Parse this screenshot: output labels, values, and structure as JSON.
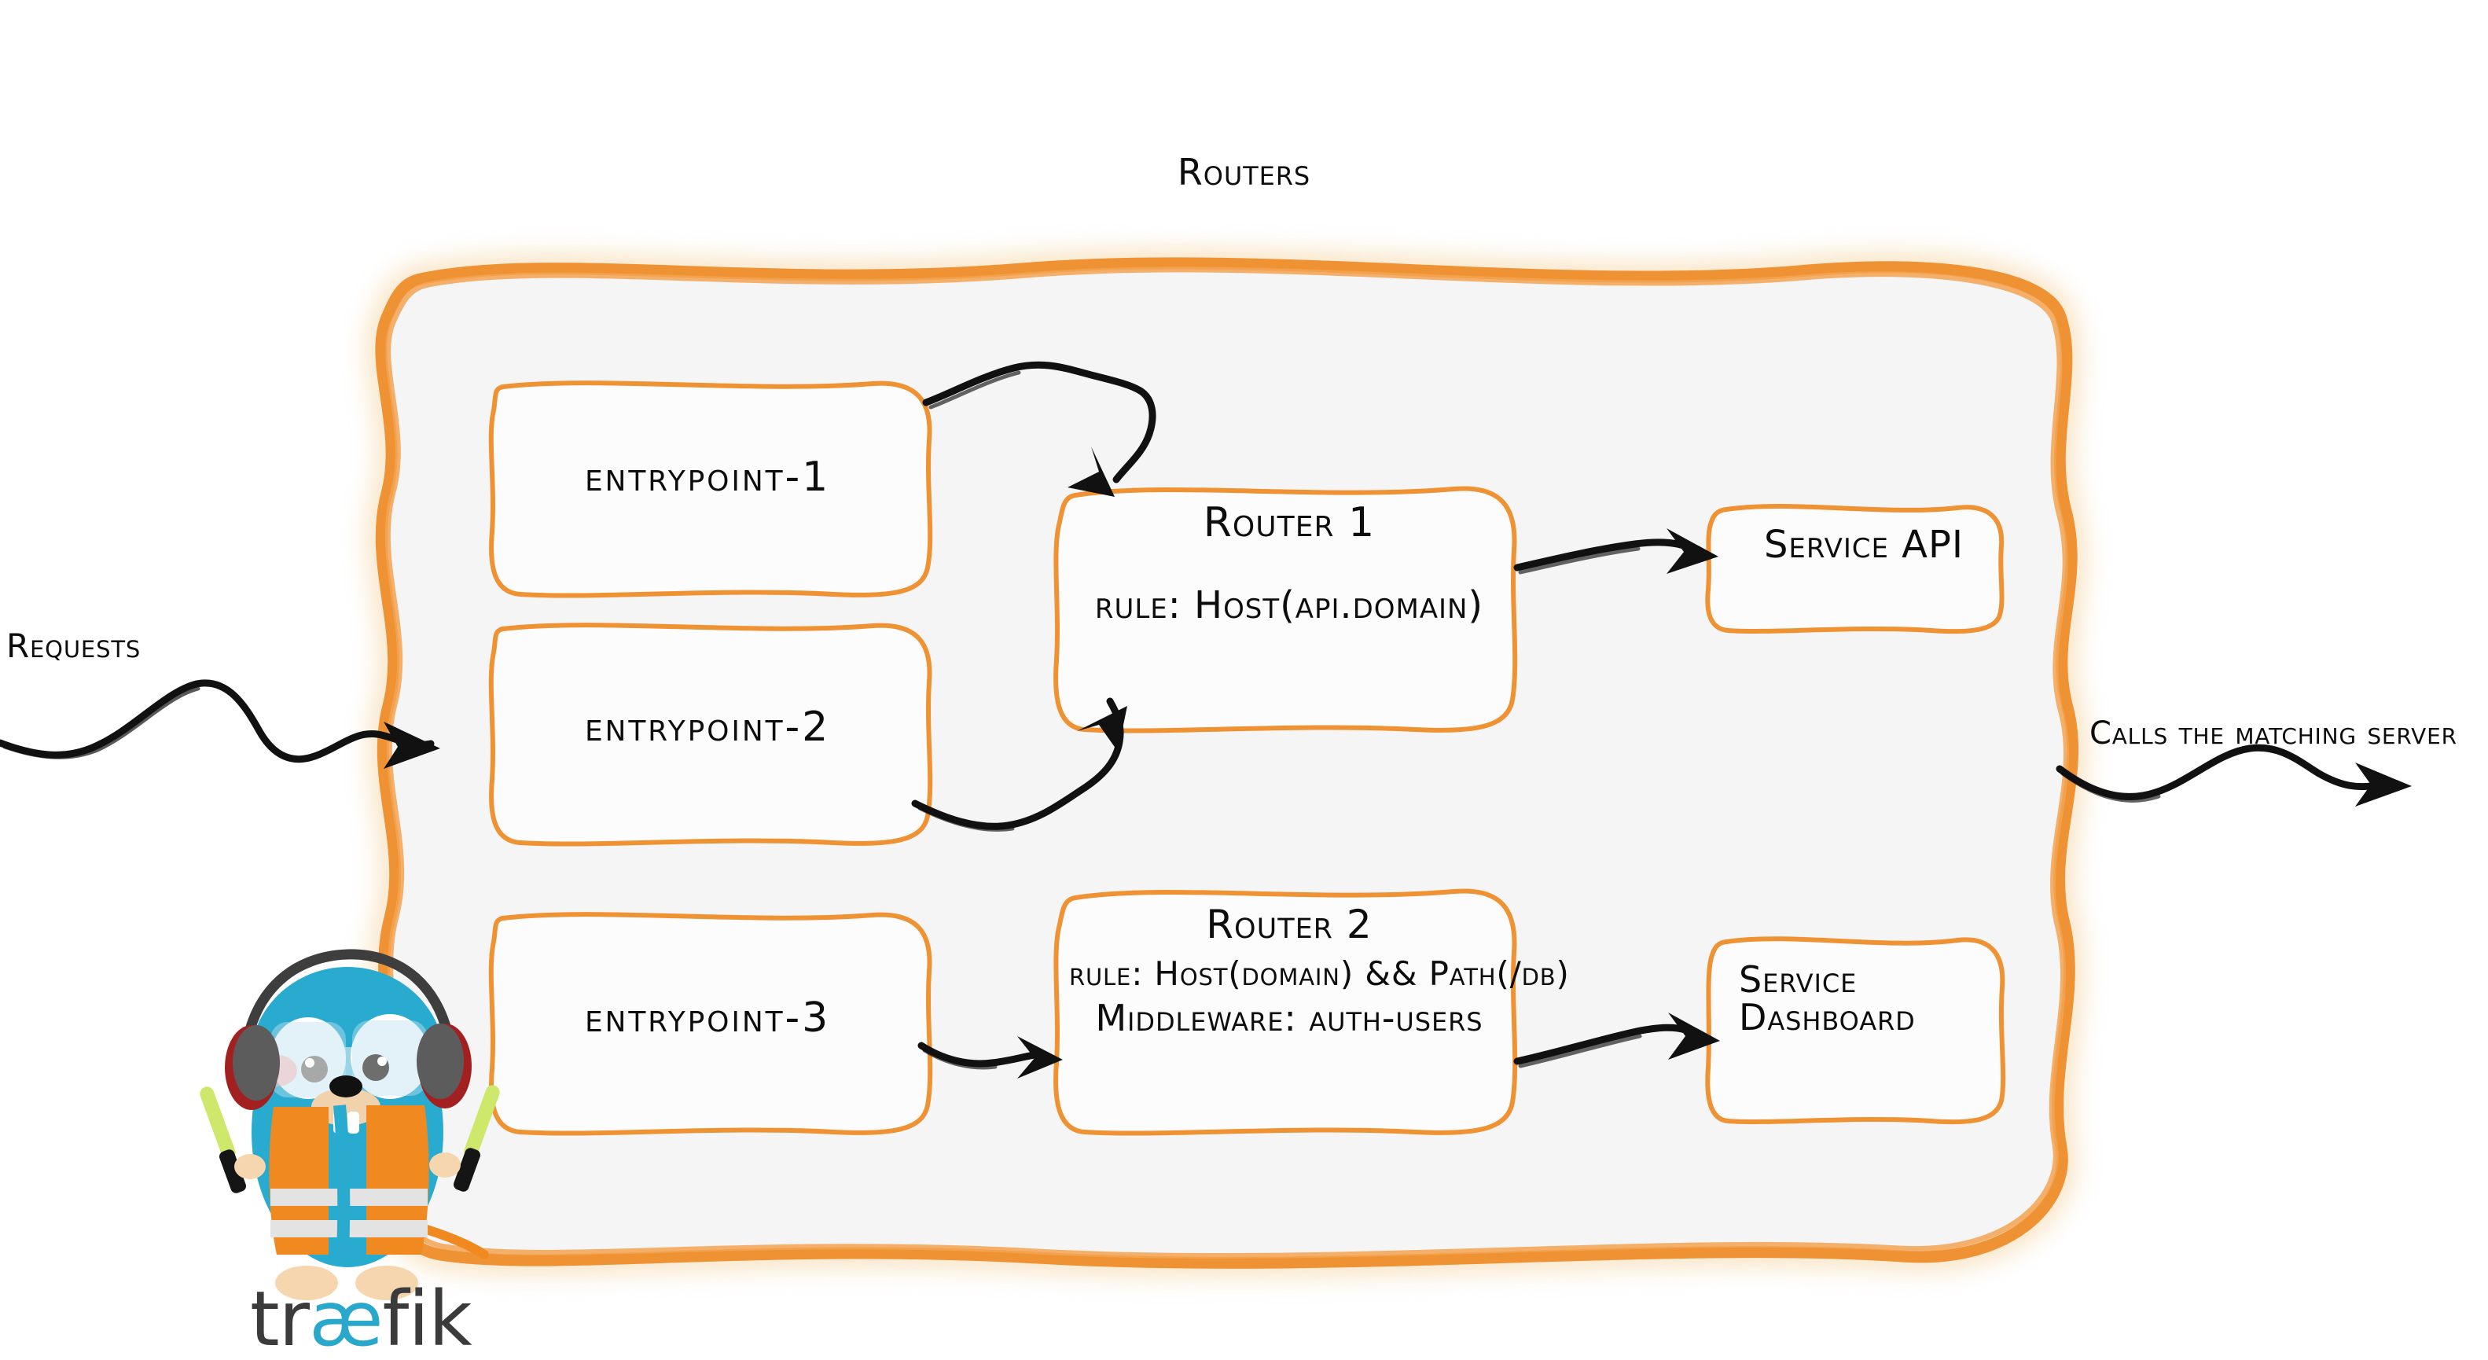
{
  "diagram": {
    "title": "Routers",
    "brand": {
      "name_part1": "tr",
      "name_ae": "æ",
      "name_part2": "fik"
    },
    "colors": {
      "accent_orange": "#EE9233",
      "panel_fill": "#F5F5F5",
      "box_fill": "#FCFCFC",
      "ink": "#0D0D0D",
      "gopher_body": "#29ABD0",
      "gopher_vest": "#F08A20",
      "brand_cyan": "#2AA8CC",
      "brand_dark": "#3B3B3B"
    }
  },
  "flow": {
    "inbound_label": "Requests",
    "outbound_label": "Calls the matching server"
  },
  "entrypoints": [
    {
      "label": "entrypoint-1"
    },
    {
      "label": "entrypoint-2"
    },
    {
      "label": "entrypoint-3"
    }
  ],
  "routers": [
    {
      "name": "Router 1",
      "rule": "rule: Host(api.domain)",
      "middleware": null
    },
    {
      "name": "Router 2",
      "rule": "rule: Host(domain) && Path(/db)",
      "middleware": "Middleware: auth-users"
    }
  ],
  "services": [
    {
      "line1": "Service API",
      "line2": null
    },
    {
      "line1": "Service",
      "line2": "Dashboard"
    }
  ],
  "icons": {
    "mascot": "traefik-gopher-icon",
    "arrow": "sketch-arrow-icon"
  }
}
